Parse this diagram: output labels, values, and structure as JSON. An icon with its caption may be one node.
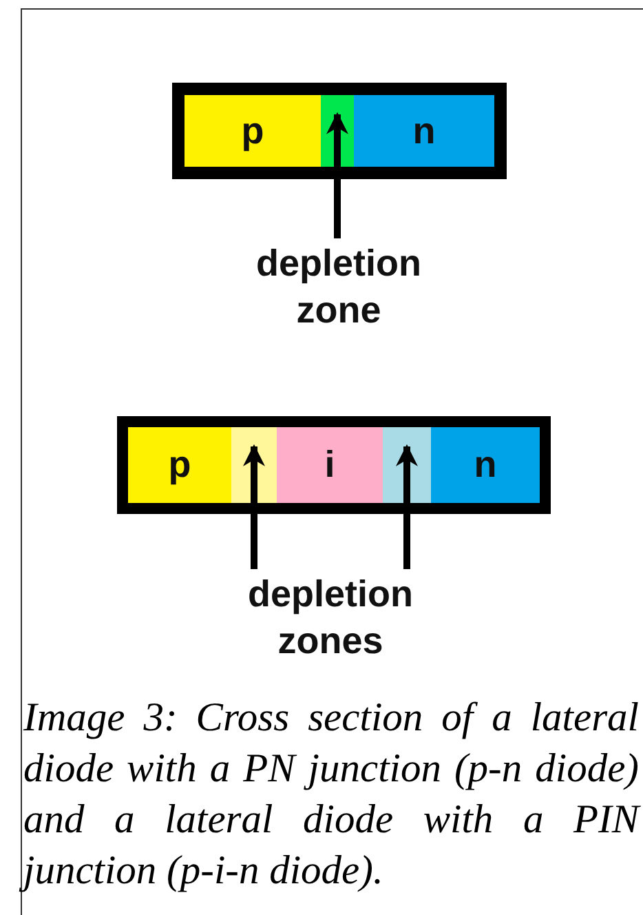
{
  "diagram": {
    "caption": "Image 3: Cross section of a lateral diode with a PN junction (p-n diode) and a lateral diode with a PIN junction (p-i-n diode).",
    "nodes": [
      {
        "text": [],
        "shape": "bar"
      },
      {
        "text": [
          "p"
        ],
        "in": 0
      },
      {
        "text": [],
        "shape": "box",
        "in": 0
      },
      {
        "text": [
          "n"
        ],
        "in": 0
      },
      {
        "text": [
          "depletion zone"
        ]
      },
      {
        "text": [],
        "shape": "bar"
      },
      {
        "text": [
          "p"
        ],
        "in": 5
      },
      {
        "text": [],
        "shape": "box",
        "in": 5
      },
      {
        "text": [
          "i"
        ],
        "in": 5
      },
      {
        "text": [],
        "shape": "box",
        "in": 5
      },
      {
        "text": [
          "n"
        ],
        "in": 5
      },
      {
        "text": [
          "depletion zones"
        ]
      }
    ],
    "edges": [
      {
        "from": 4,
        "to": 2,
        "arrow": "to"
      },
      {
        "from": 11,
        "to": 7,
        "arrow": "to"
      },
      {
        "from": 11,
        "to": 9,
        "arrow": "to"
      }
    ]
  }
}
